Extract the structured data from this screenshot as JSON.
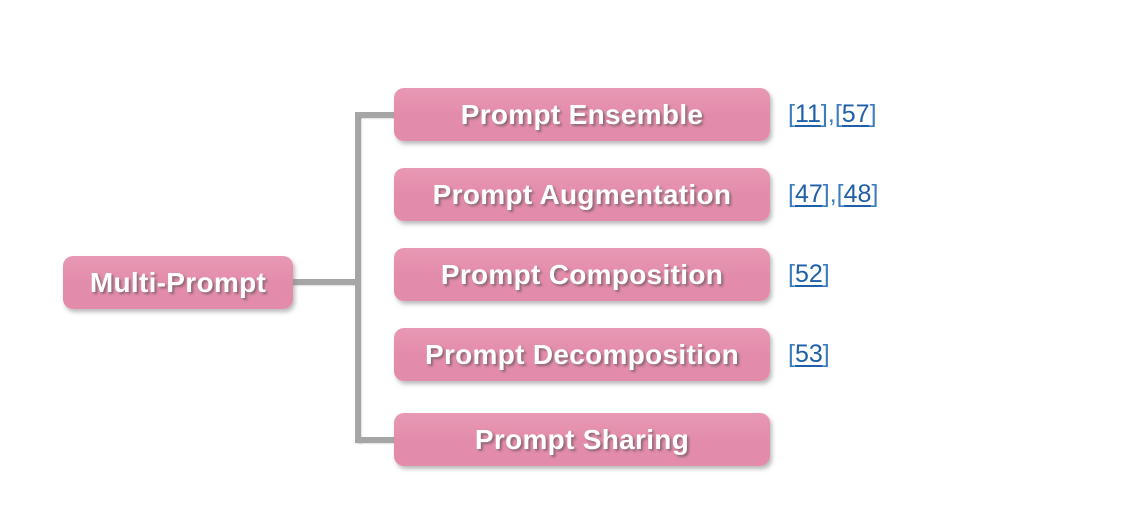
{
  "figure": {
    "name": "multi-prompt-taxonomy",
    "root": {
      "label": "Multi-Prompt"
    },
    "children": [
      {
        "label": "Prompt Ensemble",
        "citations": [
          "11",
          "57"
        ]
      },
      {
        "label": "Prompt Augmentation",
        "citations": [
          "47",
          "48"
        ]
      },
      {
        "label": "Prompt Composition",
        "citations": [
          "52"
        ]
      },
      {
        "label": "Prompt Decomposition",
        "citations": [
          "53"
        ]
      },
      {
        "label": "Prompt Sharing",
        "citations": []
      }
    ]
  },
  "colors": {
    "node_fill": "#e28baa",
    "node_text": "#ffffff",
    "connector": "#a6a6a6",
    "citation_bracket": "#3d7dbf",
    "citation_number": "#1e5fa8"
  }
}
